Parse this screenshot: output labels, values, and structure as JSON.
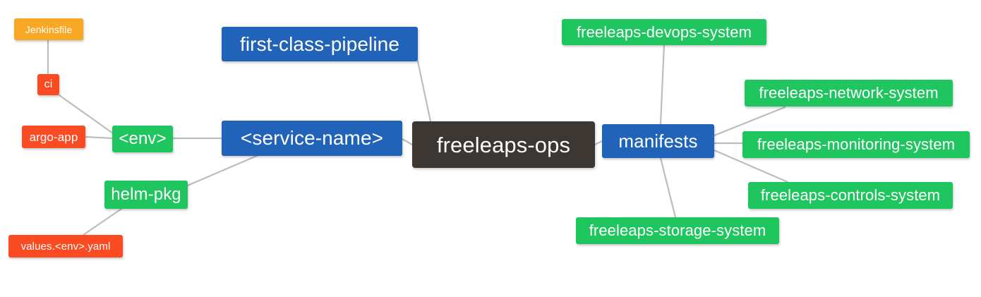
{
  "diagram": {
    "type": "mindmap",
    "title": "freeleaps-ops",
    "background_color": "#ffffff",
    "edge_color": "#bdbdbd",
    "palette": {
      "root": "#3c3733",
      "blue": "#2063b8",
      "green": "#1fc55e",
      "red": "#fb4b22",
      "orange": "#f9a826",
      "text": "#ffffff"
    }
  },
  "nodes": {
    "root": {
      "label": "freeleaps-ops",
      "color": "#3c3733"
    },
    "service_name": {
      "label": "<service-name>",
      "color": "#2063b8"
    },
    "first_class_pipeline": {
      "label": "first-class-pipeline",
      "color": "#2063b8"
    },
    "manifests": {
      "label": "manifests",
      "color": "#2063b8"
    },
    "env": {
      "label": "<env>",
      "color": "#1fc55e"
    },
    "helm_pkg": {
      "label": "helm-pkg",
      "color": "#1fc55e"
    },
    "devops_system": {
      "label": "freeleaps-devops-system",
      "color": "#1fc55e"
    },
    "network_system": {
      "label": "freeleaps-network-system",
      "color": "#1fc55e"
    },
    "monitoring_system": {
      "label": "freeleaps-monitoring-system",
      "color": "#1fc55e"
    },
    "controls_system": {
      "label": "freeleaps-controls-system",
      "color": "#1fc55e"
    },
    "storage_system": {
      "label": "freeleaps-storage-system",
      "color": "#1fc55e"
    },
    "ci": {
      "label": "ci",
      "color": "#fb4b22"
    },
    "argo_app": {
      "label": "argo-app",
      "color": "#fb4b22"
    },
    "values_yaml": {
      "label": "values.<env>.yaml",
      "color": "#fb4b22"
    },
    "jenkinsfile": {
      "label": "Jenkinsfile",
      "color": "#f9a826"
    }
  },
  "edges": [
    {
      "from": "root",
      "to": "service_name"
    },
    {
      "from": "root",
      "to": "manifests"
    },
    {
      "from": "root",
      "to": "first_class_pipeline"
    },
    {
      "from": "service_name",
      "to": "env"
    },
    {
      "from": "service_name",
      "to": "helm_pkg"
    },
    {
      "from": "env",
      "to": "ci"
    },
    {
      "from": "env",
      "to": "argo_app"
    },
    {
      "from": "ci",
      "to": "jenkinsfile"
    },
    {
      "from": "helm_pkg",
      "to": "values_yaml"
    },
    {
      "from": "manifests",
      "to": "devops_system"
    },
    {
      "from": "manifests",
      "to": "network_system"
    },
    {
      "from": "manifests",
      "to": "monitoring_system"
    },
    {
      "from": "manifests",
      "to": "controls_system"
    },
    {
      "from": "manifests",
      "to": "storage_system"
    }
  ]
}
